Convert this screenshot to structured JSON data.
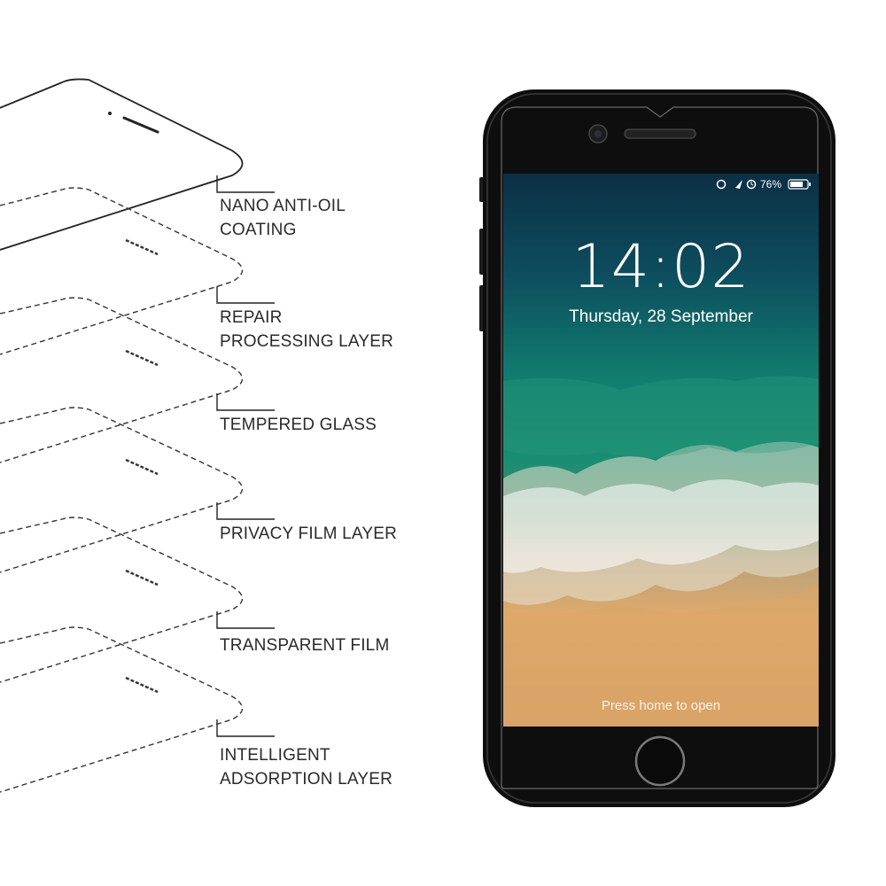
{
  "layers": [
    {
      "label_lines": [
        "NANO ANTI-OIL",
        "COATING"
      ]
    },
    {
      "label_lines": [
        "REPAIR",
        "PROCESSING LAYER"
      ]
    },
    {
      "label_lines": [
        "TEMPERED GLASS"
      ]
    },
    {
      "label_lines": [
        "PRIVACY FILM LAYER"
      ]
    },
    {
      "label_lines": [
        "TRANSPARENT FILM"
      ]
    },
    {
      "label_lines": [
        "INTELLIGENT",
        "ADSORPTION LAYER"
      ]
    }
  ],
  "phone": {
    "lockscreen": {
      "time": "14:02",
      "date": "Thursday, 28 September",
      "hint": "Press home to open"
    },
    "status_bar": {
      "battery_percent": "76%",
      "icons": [
        "orientation-lock-icon",
        "location-arrow-icon",
        "alarm-clock-icon",
        "battery-icon"
      ]
    }
  },
  "colors": {
    "phone_body": "#111111",
    "sea_deep": "#0c3f52",
    "sea_teal": "#12806e",
    "sand": "#d9a56a"
  }
}
